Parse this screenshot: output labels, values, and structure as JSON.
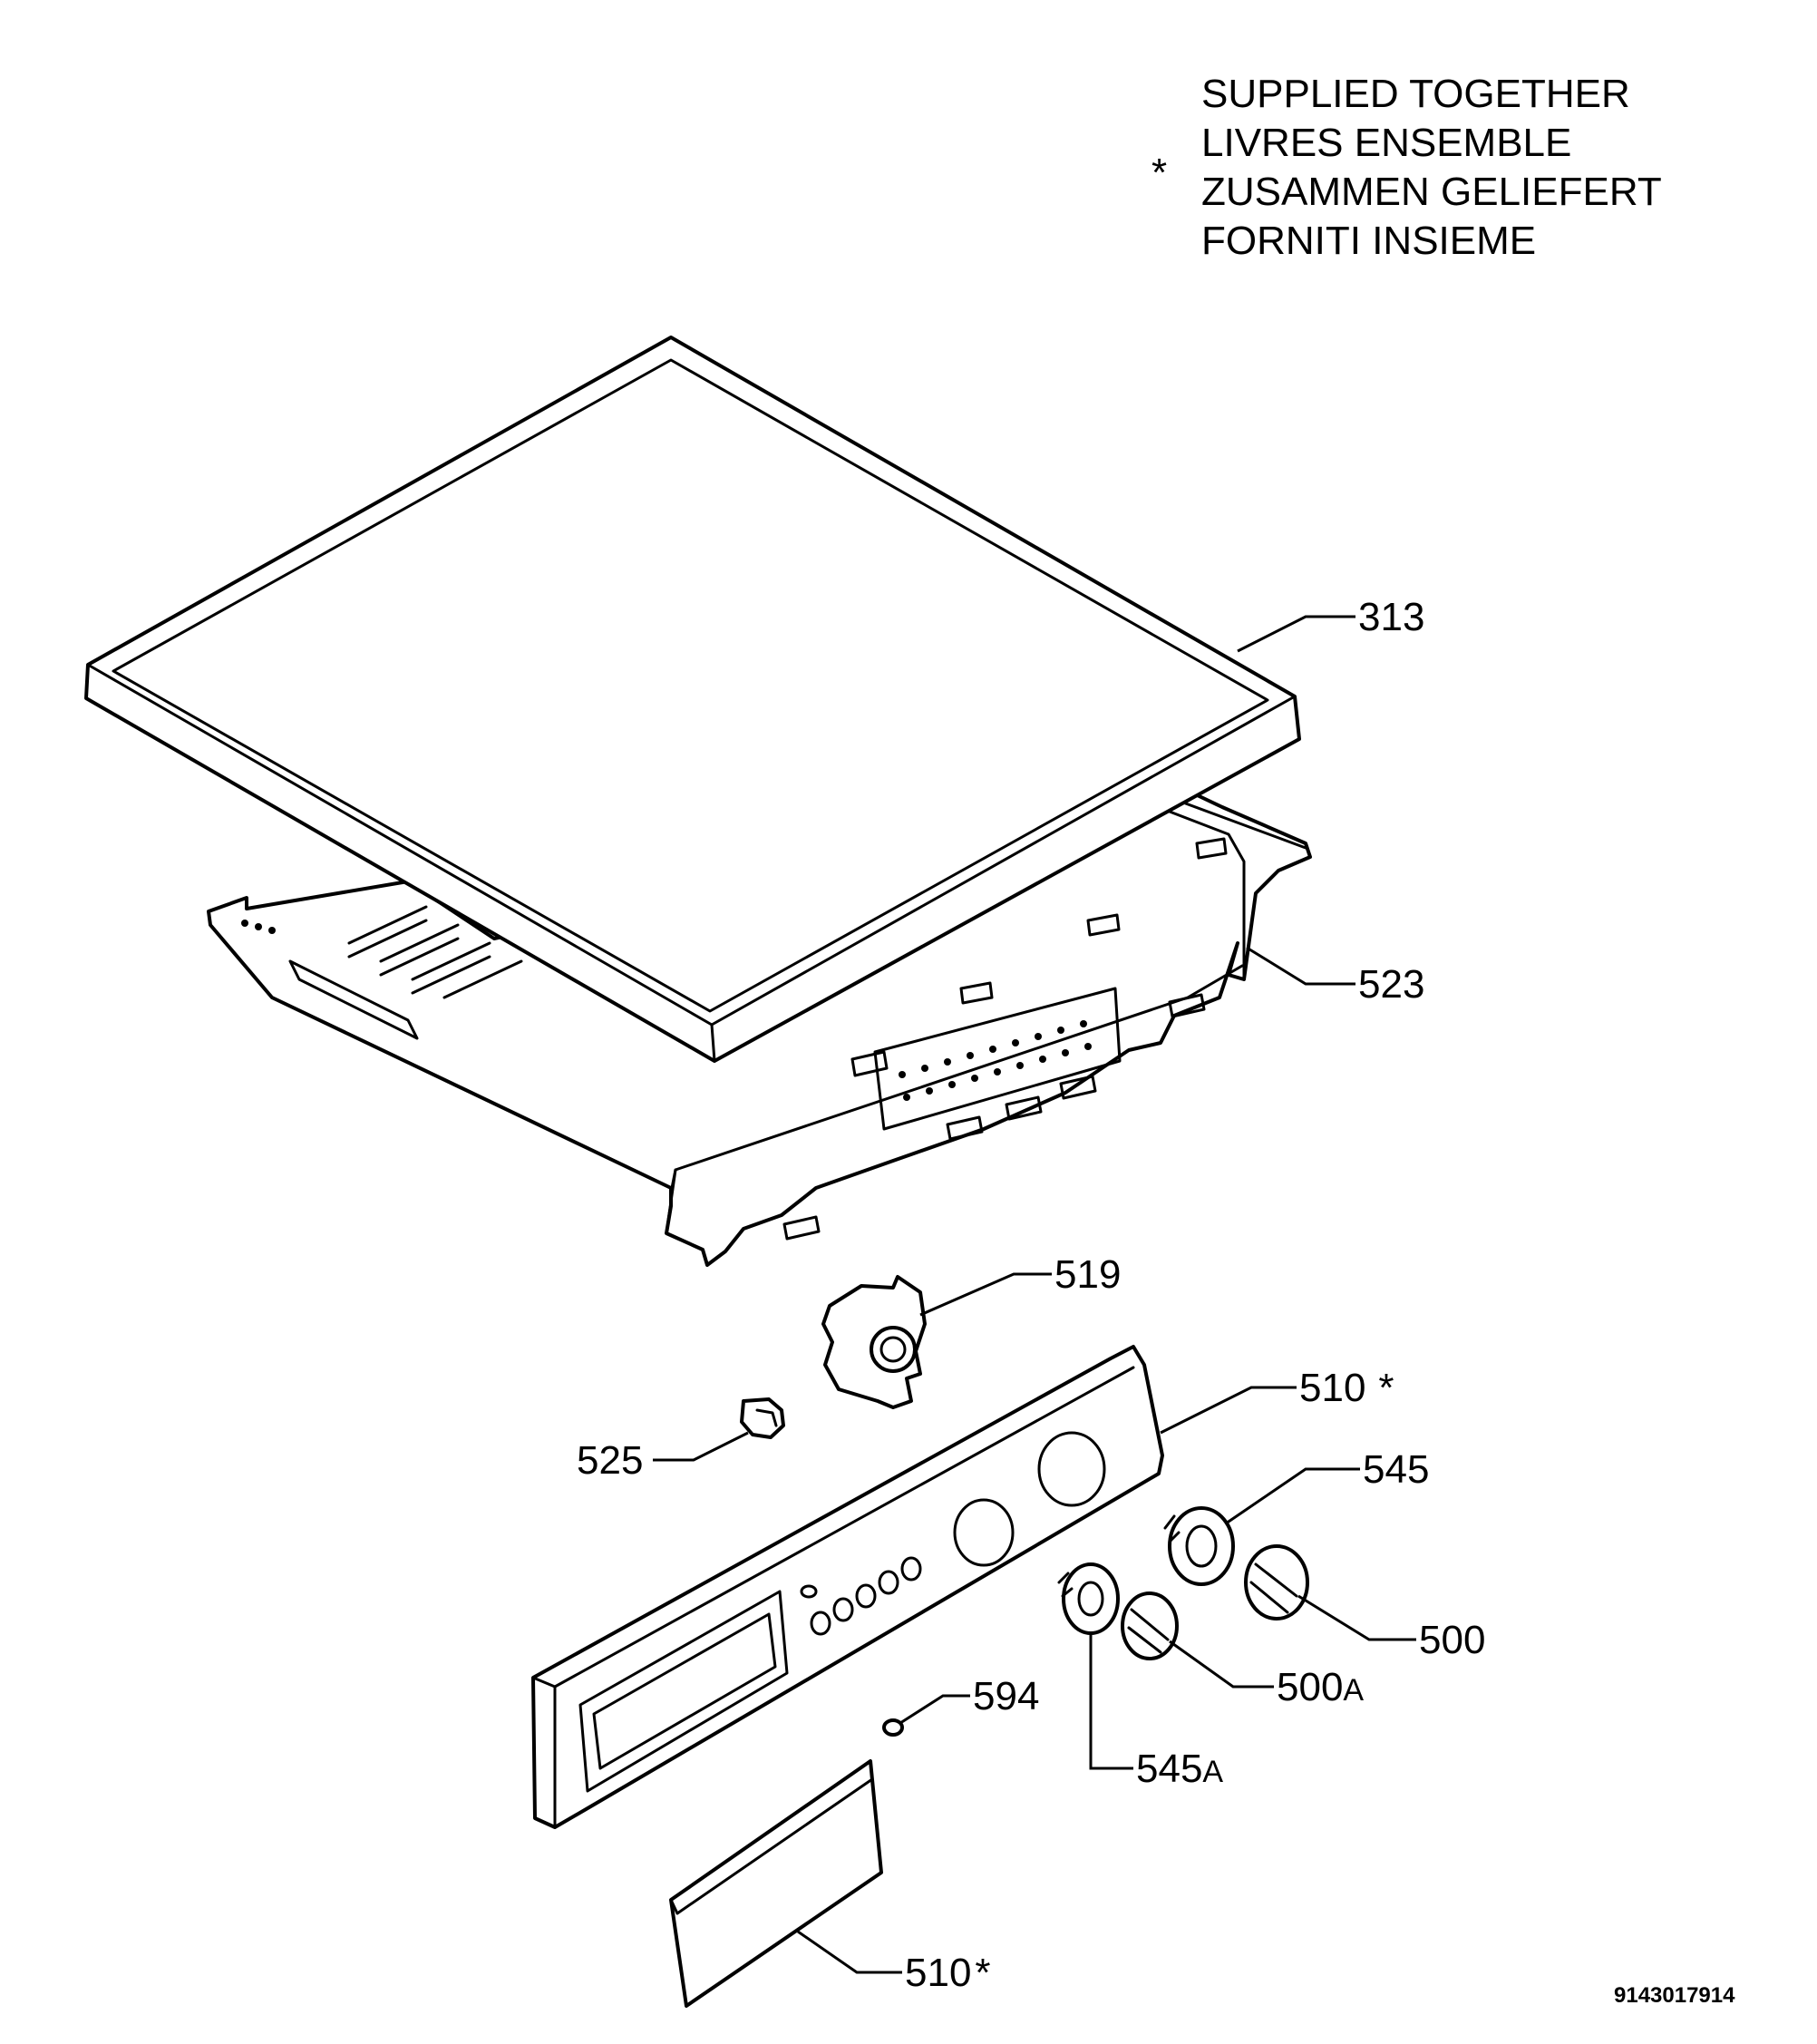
{
  "legend": {
    "symbol": "*",
    "lines": [
      "SUPPLIED TOGETHER",
      "LIVRES ENSEMBLE",
      "ZUSAMMEN GELIEFERT",
      "FORNITI INSIEME"
    ]
  },
  "callouts": {
    "c313": {
      "number": "313",
      "suffix": ""
    },
    "c523": {
      "number": "523",
      "suffix": ""
    },
    "c519": {
      "number": "519",
      "suffix": ""
    },
    "c510_panel": {
      "number": "510",
      "suffix": "*"
    },
    "c525": {
      "number": "525",
      "suffix": ""
    },
    "c545": {
      "number": "545",
      "suffix": ""
    },
    "c500": {
      "number": "500",
      "suffix": ""
    },
    "c500a": {
      "number": "500",
      "suffix": "A"
    },
    "c594": {
      "number": "594",
      "suffix": ""
    },
    "c545a": {
      "number": "545",
      "suffix": "A"
    },
    "c510_drawer": {
      "number": "510",
      "suffix": "*"
    }
  },
  "document_id": "9143017914"
}
